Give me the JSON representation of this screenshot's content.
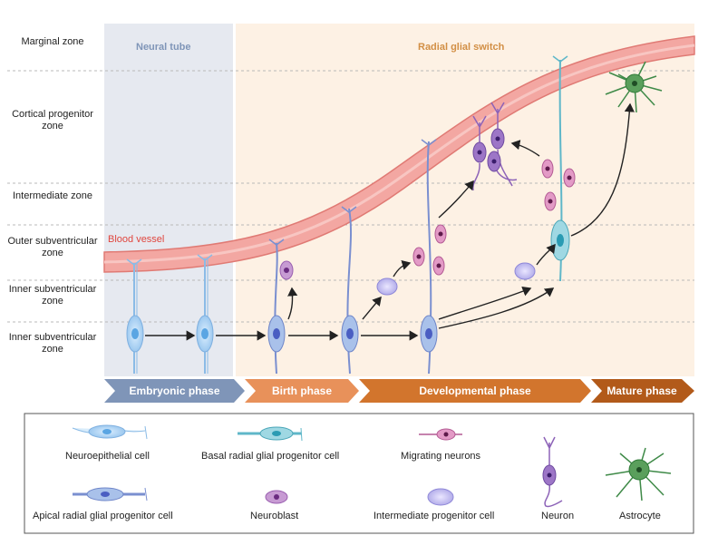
{
  "zones": {
    "marginal": "Marginal zone",
    "cortical": "Cortical progenitor zone",
    "intermediate": "Intermediate zone",
    "osvz": "Outer subventricular zone",
    "isvz1": "Inner subventricular zone",
    "isvz2": "Inner subventricular zone"
  },
  "regions": {
    "neural_tube": "Neural tube",
    "radial_switch": "Radial glial switch",
    "blood_vessel": "Blood vessel"
  },
  "phases": {
    "embryonic": "Embryonic phase",
    "birth": "Birth phase",
    "developmental": "Developmental phase",
    "mature": "Mature phase"
  },
  "legend": {
    "neuroepithelial": "Neuroepithelial cell",
    "basal_rg": "Basal radial glial progenitor cell",
    "migrating": "Migrating neurons",
    "apical_rg": "Apical radial glial progenitor cell",
    "neuroblast": "Neuroblast",
    "intermediate_progenitor": "Intermediate progenitor cell",
    "neuron": "Neuron",
    "astrocyte": "Astrocyte"
  },
  "colors": {
    "neural_tube_bg": "#e6e9f0",
    "radial_bg": "#fdf1e4",
    "vessel": "#f3a7a2",
    "vessel_edge": "#e07a74",
    "embryonic": "#7f95b8",
    "birth": "#e8915a",
    "developmental": "#d2752d",
    "mature": "#b25a1a"
  }
}
